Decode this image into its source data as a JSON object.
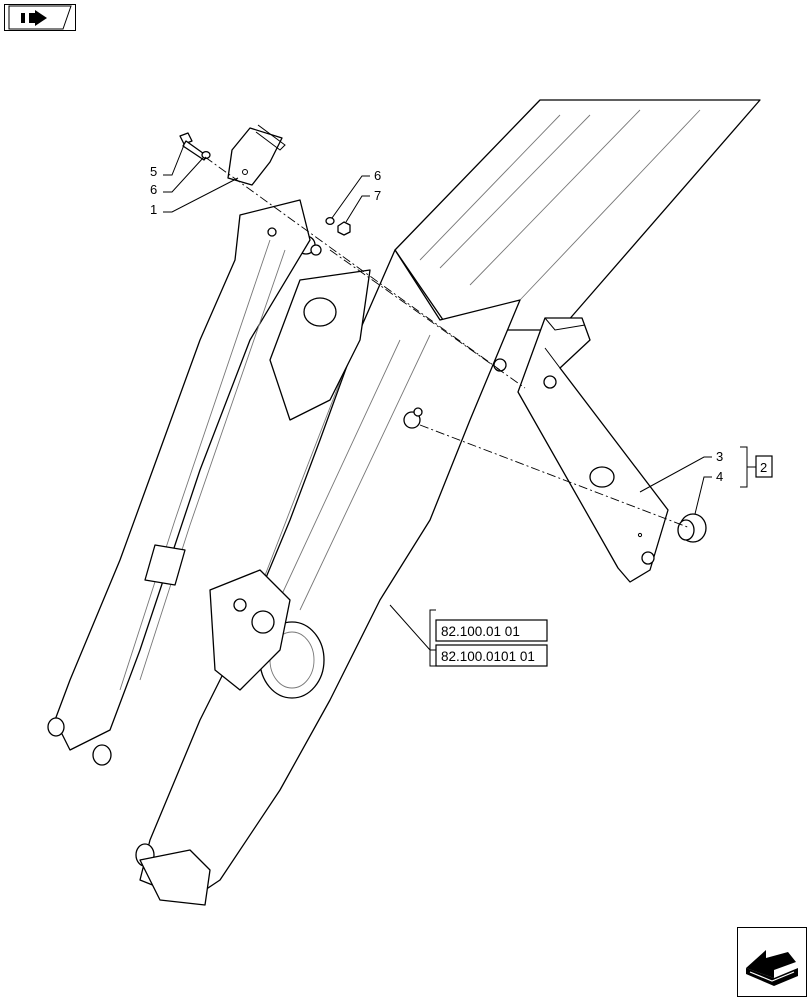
{
  "navigation": {
    "prev_icon": "page-back-icon",
    "next_icon": "page-forward-icon"
  },
  "callouts": [
    {
      "id": "c5a",
      "text": "5"
    },
    {
      "id": "c6a",
      "text": "6"
    },
    {
      "id": "c1",
      "text": "1"
    },
    {
      "id": "c6b",
      "text": "6"
    },
    {
      "id": "c7",
      "text": "7"
    },
    {
      "id": "c3",
      "text": "3"
    },
    {
      "id": "c4",
      "text": "4"
    }
  ],
  "kit_reference": {
    "text": "2"
  },
  "references": [
    {
      "text": "82.100.01 01"
    },
    {
      "text": "82.100.0101 01"
    }
  ]
}
